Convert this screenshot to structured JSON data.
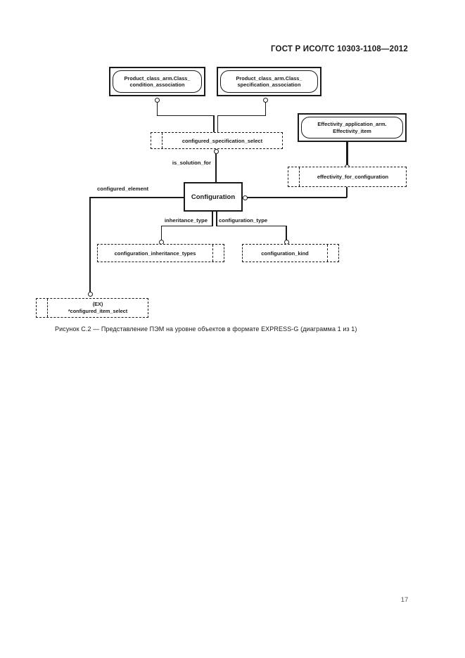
{
  "page": {
    "header": "ГОСТ Р ИСО/ТС 10303-1108—2012",
    "caption": "Рисунок  С.2 — Представление ПЭМ на уровне объектов в формате EXPRESS-G (диаграмма 1 из 1)",
    "page_number": "17"
  },
  "diagram": {
    "type": "EXPRESS-G",
    "colors": {
      "ink": "#1a1a1a",
      "background": "#ffffff"
    },
    "boxes": {
      "class_condition": {
        "line1": "Product_class_arm.Class_",
        "line2": "condition_association"
      },
      "class_specification": {
        "line1": "Product_class_arm.Class_",
        "line2": "specification_association"
      },
      "effectivity_item": {
        "line1": "Effectivity_application_arm.",
        "line2": "Effectivity_item"
      },
      "configured_specification_select": "configured_specification_select",
      "effectivity_for_configuration": "effectivity_for_configuration",
      "configuration": "Configuration",
      "configuration_inheritance_types": "configuration_inheritance_types",
      "configuration_kind": "configuration_kind",
      "configured_item_select": {
        "line1": "(EX)",
        "line2": "*configured_item_select"
      }
    },
    "labels": {
      "is_solution_for": "is_solution_for",
      "configured_element": "configured_element",
      "inheritance_type": "inheritance_type",
      "configuration_type": "configuration_type"
    }
  }
}
